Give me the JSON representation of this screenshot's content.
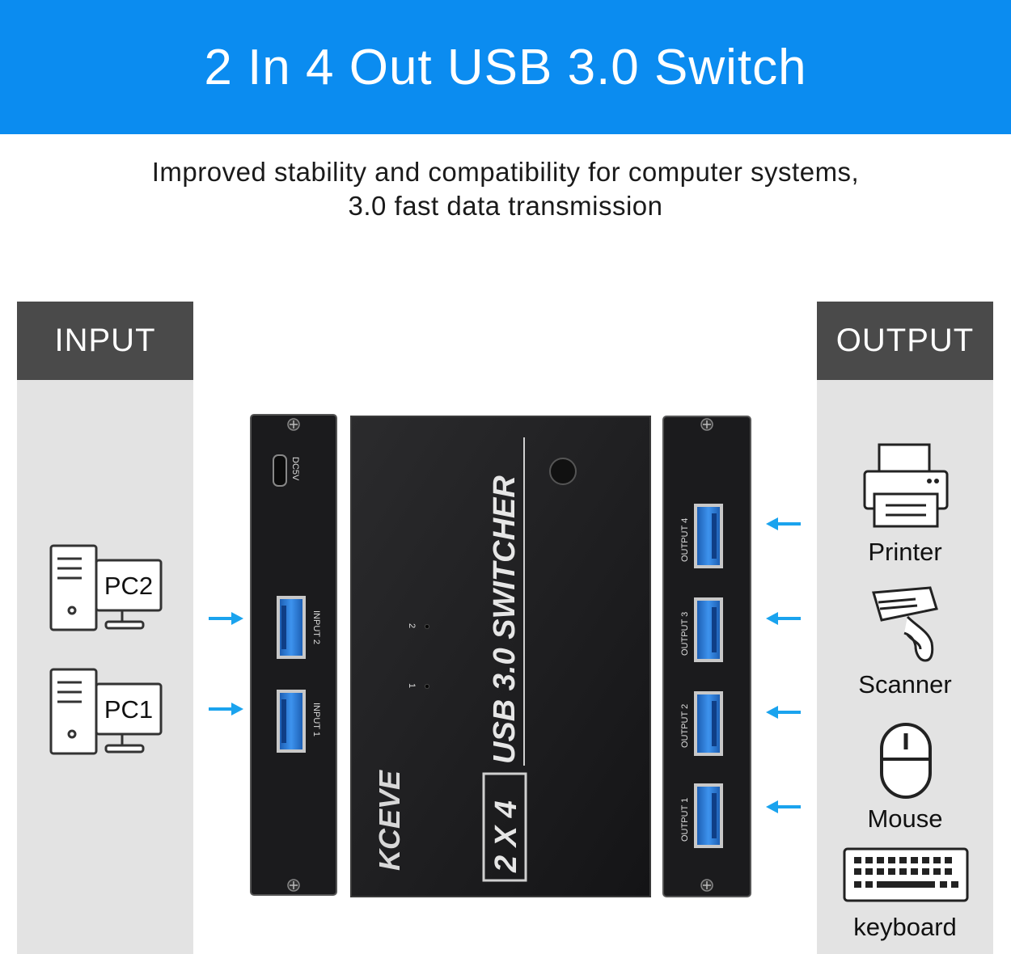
{
  "header": {
    "title": "2 In 4 Out USB 3.0 Switch"
  },
  "subtitle": {
    "line1": "Improved stability and compatibility for computer systems,",
    "line2": "3.0 fast data transmission"
  },
  "input_panel": {
    "heading": "INPUT",
    "devices": [
      {
        "label": "PC2"
      },
      {
        "label": "PC1"
      }
    ]
  },
  "output_panel": {
    "heading": "OUTPUT",
    "devices": [
      {
        "label": "Printer",
        "icon": "printer-icon"
      },
      {
        "label": "Scanner",
        "icon": "scanner-icon"
      },
      {
        "label": "Mouse",
        "icon": "mouse-icon"
      },
      {
        "label": "keyboard",
        "icon": "keyboard-icon"
      }
    ]
  },
  "device": {
    "brand": "KCEVE",
    "model": "USB 3.0 SWITCHER",
    "badge": "2 X 4",
    "power_label": "DC5V",
    "input_ports": [
      "INPUT 2",
      "INPUT 1"
    ],
    "output_ports": [
      "OUTPUT 4",
      "OUTPUT 3",
      "OUTPUT 2",
      "OUTPUT 1"
    ],
    "leds": [
      "2",
      "1"
    ]
  },
  "colors": {
    "banner": "#0b8cf0",
    "heading_bg": "#4a4a4a",
    "panel_bg": "#e3e3e3",
    "arrow": "#1aa3ee",
    "usb_port": "#2f7fd6"
  }
}
